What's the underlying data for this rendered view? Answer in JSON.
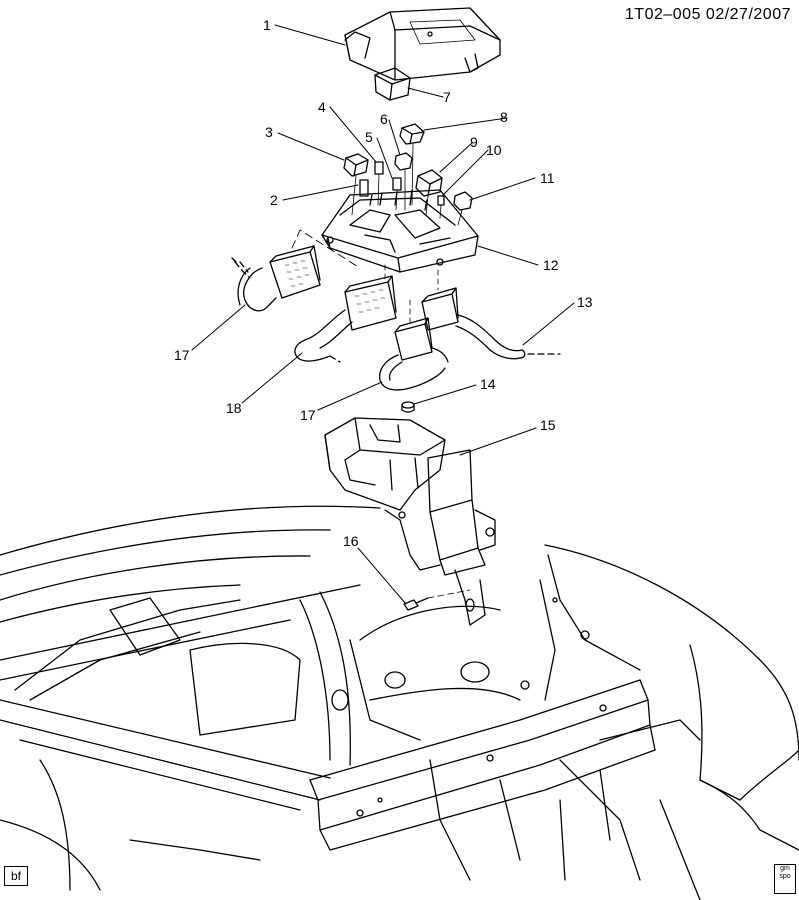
{
  "header": {
    "code": "1T02–005  02/27/2007"
  },
  "footer": {
    "badge": "bf",
    "logo": "gm spo"
  },
  "callouts": [
    "1",
    "2",
    "3",
    "4",
    "5",
    "6",
    "7",
    "8",
    "9",
    "10",
    "11",
    "12",
    "13",
    "14",
    "15",
    "16",
    "17",
    "18",
    "17"
  ]
}
